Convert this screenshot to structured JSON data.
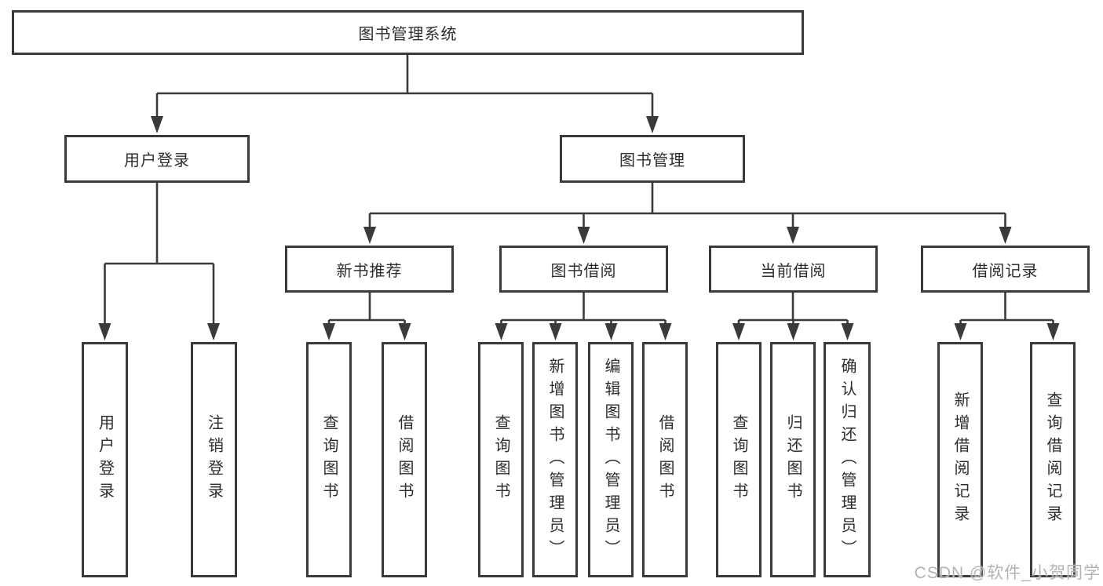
{
  "diagram_type": "hierarchy-tree",
  "tree": {
    "label": "图书管理系统",
    "children": [
      {
        "label": "用户登录",
        "children": [
          {
            "label": "用户登录"
          },
          {
            "label": "注销登录"
          }
        ]
      },
      {
        "label": "图书管理",
        "children": [
          {
            "label": "新书推荐",
            "children": [
              {
                "label": "查询图书"
              },
              {
                "label": "借阅图书"
              }
            ]
          },
          {
            "label": "图书借阅",
            "children": [
              {
                "label": "查询图书"
              },
              {
                "label": "新增图书（管理员）"
              },
              {
                "label": "编辑图书（管理员）"
              },
              {
                "label": "借阅图书"
              }
            ]
          },
          {
            "label": "当前借阅",
            "children": [
              {
                "label": "查询图书"
              },
              {
                "label": "归还图书"
              },
              {
                "label": "确认归还（管理员）"
              }
            ]
          },
          {
            "label": "借阅记录",
            "children": [
              {
                "label": "新增借阅记录"
              },
              {
                "label": "查询借阅记录"
              }
            ]
          }
        ]
      }
    ]
  },
  "watermark": "CSDN @软件_小贺同学",
  "colors": {
    "line": "#3a3a3a",
    "text": "#2d2d2d",
    "watermark": "#b3b3b3",
    "background": "#ffffff"
  }
}
